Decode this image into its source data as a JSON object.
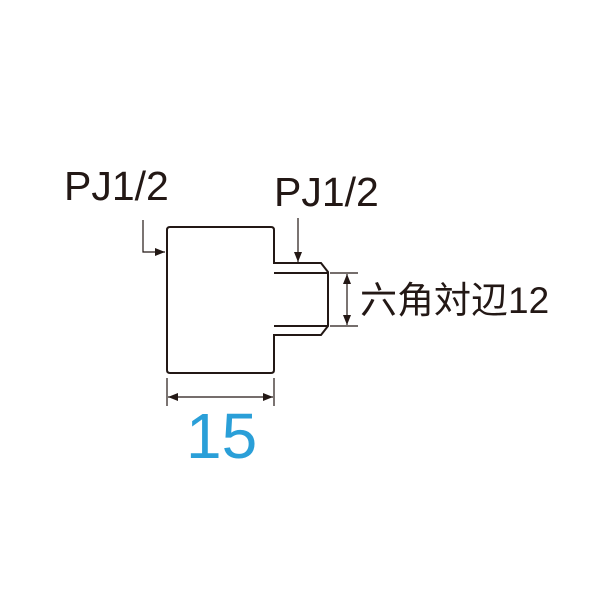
{
  "labels": {
    "left_thread": "PJ1/2",
    "right_thread": "PJ1/2",
    "hex_width": "六角対辺12",
    "length": "15"
  },
  "colors": {
    "line": "#231815",
    "dimension": "#2a9fd8"
  }
}
